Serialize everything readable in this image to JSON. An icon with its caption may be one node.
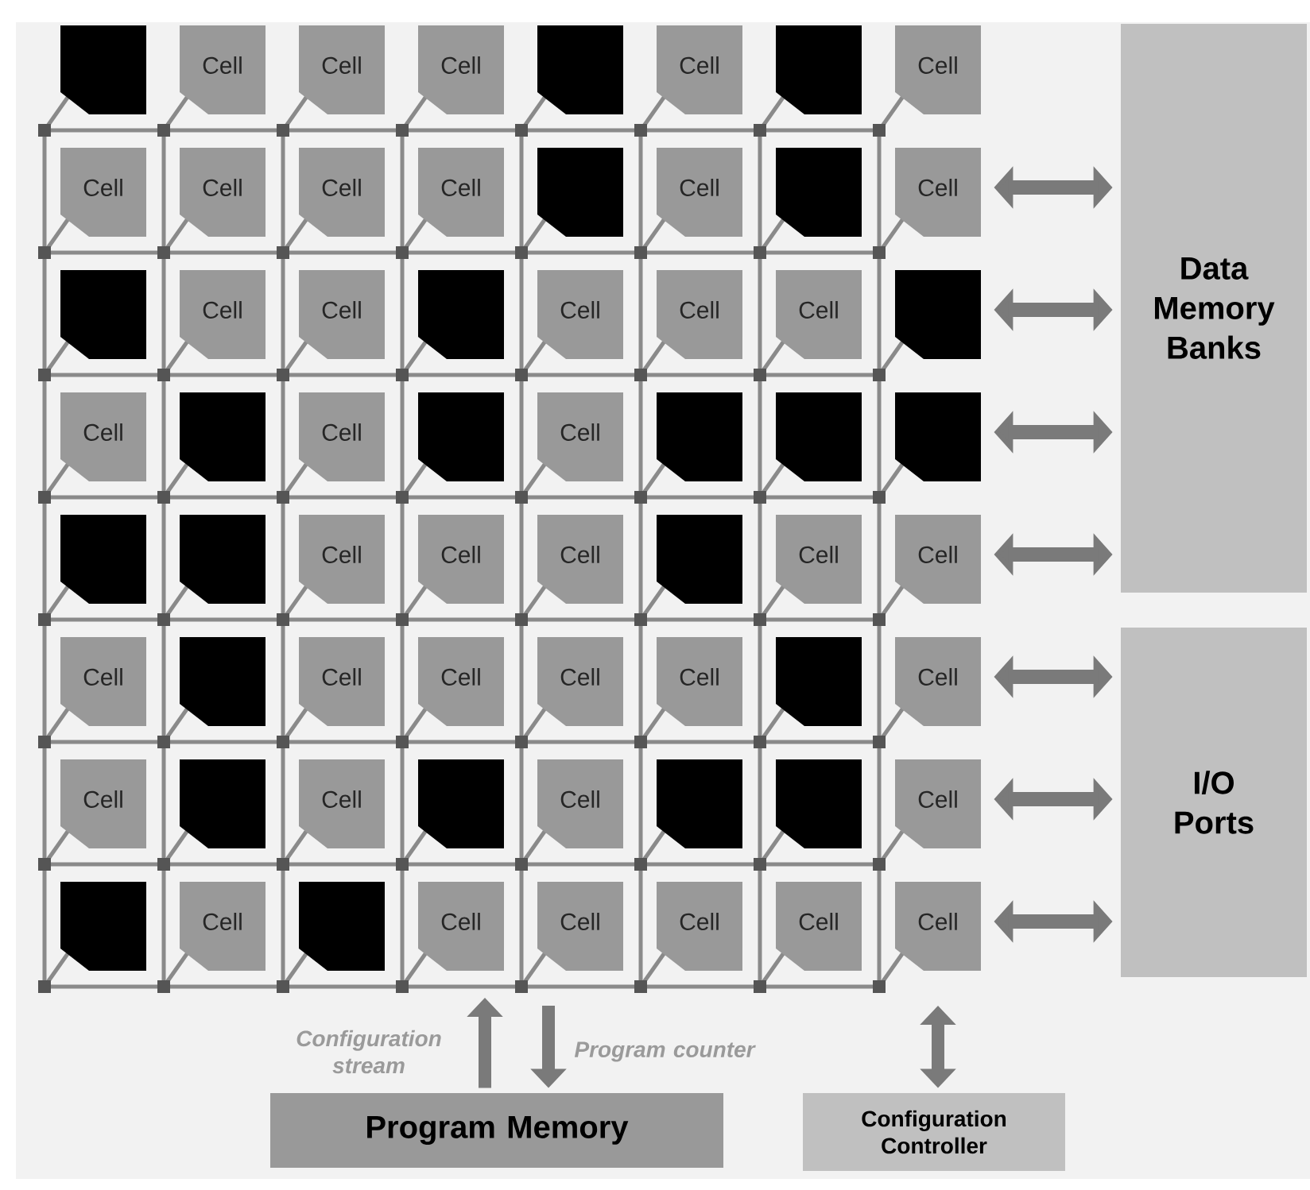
{
  "diagram": {
    "nodes": [
      {
        "text": [],
        "shape": "box"
      },
      {
        "text": [
          "Cell"
        ]
      },
      {
        "text": [
          "Cell"
        ]
      },
      {
        "text": [
          "Cell"
        ]
      },
      {
        "text": [],
        "shape": "box"
      },
      {
        "text": [
          "Cell"
        ]
      },
      {
        "text": [],
        "shape": "box"
      },
      {
        "text": [
          "Cell"
        ]
      },
      {
        "text": [
          "Cell"
        ]
      },
      {
        "text": [
          "Cell"
        ]
      },
      {
        "text": [
          "Cell"
        ]
      },
      {
        "text": [
          "Cell"
        ]
      },
      {
        "text": [],
        "shape": "box"
      },
      {
        "text": [
          "Cell"
        ]
      },
      {
        "text": [],
        "shape": "box"
      },
      {
        "text": [
          "Cell"
        ]
      },
      {
        "text": [],
        "shape": "box"
      },
      {
        "text": [
          "Cell"
        ]
      },
      {
        "text": [
          "Cell"
        ]
      },
      {
        "text": [],
        "shape": "box"
      },
      {
        "text": [
          "Cell"
        ]
      },
      {
        "text": [
          "Cell"
        ]
      },
      {
        "text": [
          "Cell"
        ]
      },
      {
        "text": [],
        "shape": "box"
      },
      {
        "text": [
          "Cell"
        ]
      },
      {
        "text": [],
        "shape": "box"
      },
      {
        "text": [
          "Cell"
        ]
      },
      {
        "text": [],
        "shape": "box"
      },
      {
        "text": [
          "Cell"
        ]
      },
      {
        "text": [],
        "shape": "box"
      },
      {
        "text": [],
        "shape": "box"
      },
      {
        "text": [],
        "shape": "box"
      },
      {
        "text": [],
        "shape": "box"
      },
      {
        "text": [],
        "shape": "box"
      },
      {
        "text": [
          "Cell"
        ]
      },
      {
        "text": [
          "Cell"
        ]
      },
      {
        "text": [
          "Cell"
        ]
      },
      {
        "text": [],
        "shape": "box"
      },
      {
        "text": [
          "Cell"
        ]
      },
      {
        "text": [
          "Cell"
        ]
      },
      {
        "text": [
          "Cell"
        ]
      },
      {
        "text": [],
        "shape": "box"
      },
      {
        "text": [
          "Cell"
        ]
      },
      {
        "text": [
          "Cell"
        ]
      },
      {
        "text": [
          "Cell"
        ]
      },
      {
        "text": [
          "Cell"
        ]
      },
      {
        "text": [],
        "shape": "box"
      },
      {
        "text": [
          "Cell"
        ]
      },
      {
        "text": [
          "Cell"
        ]
      },
      {
        "text": [],
        "shape": "box"
      },
      {
        "text": [
          "Cell"
        ]
      },
      {
        "text": [],
        "shape": "box"
      },
      {
        "text": [
          "Cell"
        ]
      },
      {
        "text": [],
        "shape": "box"
      },
      {
        "text": [],
        "shape": "box"
      },
      {
        "text": [
          "Cell"
        ]
      },
      {
        "text": [],
        "shape": "box"
      },
      {
        "text": [
          "Cell"
        ]
      },
      {
        "text": [],
        "shape": "box"
      },
      {
        "text": [
          "Cell"
        ]
      },
      {
        "text": [
          "Cell"
        ]
      },
      {
        "text": [
          "Cell"
        ]
      },
      {
        "text": [
          "Cell"
        ]
      },
      {
        "text": [
          "Cell"
        ]
      },
      {
        "text": [
          "Data Memory Banks"
        ]
      },
      {
        "text": [
          "I/O Ports"
        ]
      },
      {
        "text": [
          "Program Memory"
        ]
      },
      {
        "text": [
          "Configuration Controller"
        ]
      }
    ],
    "edges": [
      {
        "from": 15,
        "to": 64,
        "arrow": "both"
      },
      {
        "from": 23,
        "to": 64,
        "arrow": "both"
      },
      {
        "from": 31,
        "to": 64,
        "arrow": "both"
      },
      {
        "from": 39,
        "to": 64,
        "arrow": "both"
      },
      {
        "from": 47,
        "to": 65,
        "arrow": "both"
      },
      {
        "from": 55,
        "to": 65,
        "arrow": "both"
      },
      {
        "from": 63,
        "to": 65,
        "arrow": "both"
      },
      {
        "from": 66,
        "to": null,
        "arrow": "to",
        "label": "Configuration stream"
      },
      {
        "from": null,
        "to": 66,
        "arrow": "to",
        "label": "Program counter"
      },
      {
        "from": 67,
        "to": null,
        "arrow": "both"
      }
    ]
  }
}
